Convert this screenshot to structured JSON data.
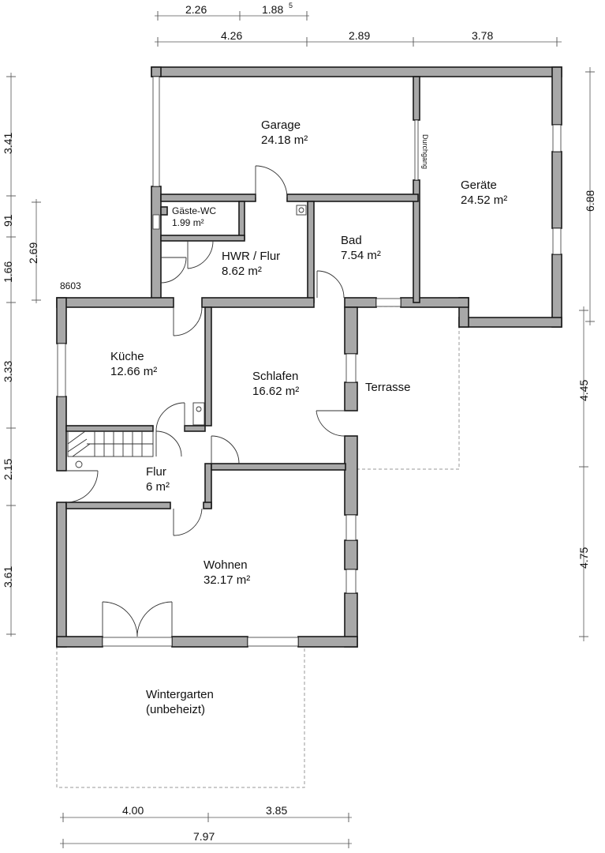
{
  "rooms": {
    "garage": {
      "name": "Garage",
      "area": "24.18 m²"
    },
    "geraete": {
      "name": "Geräte",
      "area": "24.52 m²"
    },
    "gaeste_wc": {
      "name": "Gäste-WC",
      "area": "1.99 m²"
    },
    "hwr_flur": {
      "name": "HWR / Flur",
      "area": "8.62 m²"
    },
    "bad": {
      "name": "Bad",
      "area": "7.54 m²"
    },
    "kueche": {
      "name": "Küche",
      "area": "12.66 m²"
    },
    "schlafen": {
      "name": "Schlafen",
      "area": "16.62 m²"
    },
    "terrasse": {
      "name": "Terrasse"
    },
    "flur": {
      "name": "Flur",
      "area": "6 m²"
    },
    "wohnen": {
      "name": "Wohnen",
      "area": "32.17 m²"
    },
    "wintergarten": {
      "name": "Wintergarten",
      "note": "(unbeheizt)"
    }
  },
  "labels": {
    "durchgang": "Durchgang",
    "code": "8603"
  },
  "dimensions": {
    "top_row1": [
      "2.26",
      "1.88"
    ],
    "top_row1_superscript": "5",
    "top_row2": [
      "4.26",
      "2.89",
      "3.78"
    ],
    "left_outer": [
      "3.41",
      "91",
      "1.66",
      "3.33",
      "2.15",
      "3.61"
    ],
    "left_inner": [
      "2.69"
    ],
    "right": [
      "6.88",
      "4.45",
      "4.75"
    ],
    "bottom_row1": [
      "4.00",
      "3.85"
    ],
    "bottom_row2": [
      "7.97"
    ]
  }
}
